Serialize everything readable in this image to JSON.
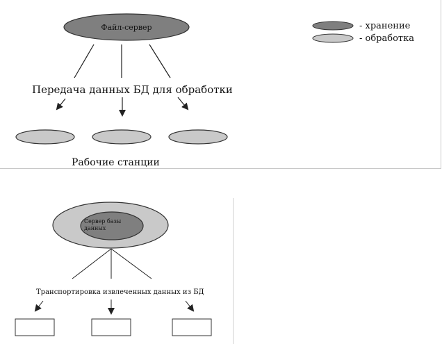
{
  "diagram1": {
    "server_label": "Файл-сервер",
    "transfer_label": "Передача данных БД для обработки",
    "workstations_label": "Рабочие станции",
    "legend": [
      {
        "label": "- хранение",
        "color": "#7f7f7f"
      },
      {
        "label": "- обработка",
        "color": "#c9c9c9"
      }
    ]
  },
  "diagram2": {
    "server_label_line1": "Сервер базы",
    "server_label_line2": "данных",
    "transport_label": "Транспортировка извлеченных данных из БД"
  },
  "colors": {
    "storage": "#7f7f7f",
    "processing": "#c9c9c9",
    "line": "#222222"
  }
}
